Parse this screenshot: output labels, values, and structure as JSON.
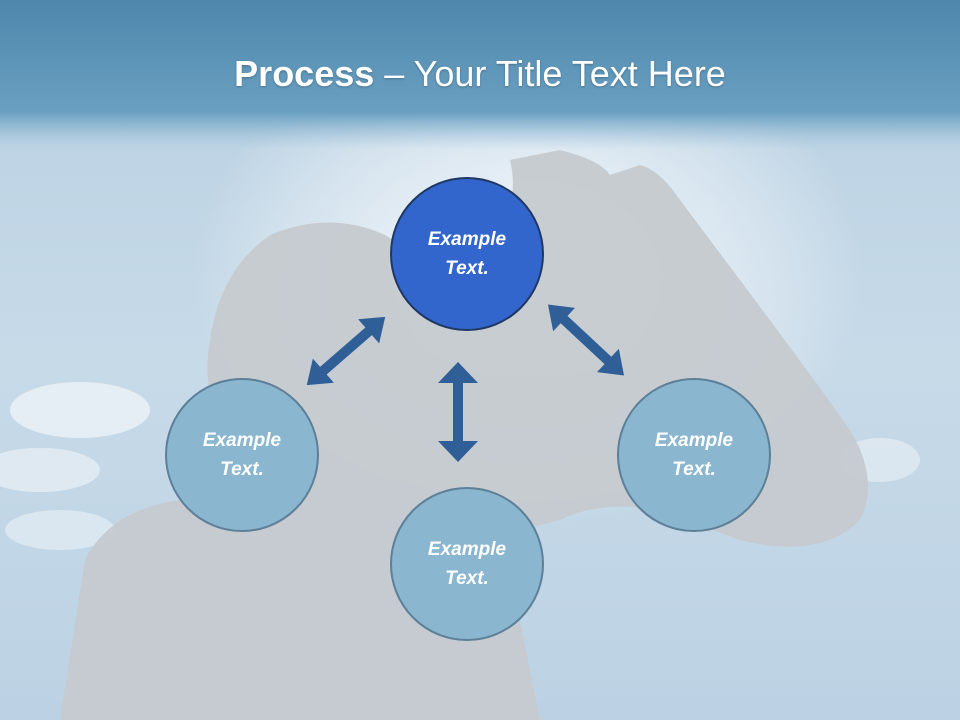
{
  "title": {
    "bold": "Process",
    "rest": " – Your Title Text Here"
  },
  "nodes": {
    "top": {
      "line1": "Example",
      "line2": "Text."
    },
    "left": {
      "line1": "Example",
      "line2": "Text."
    },
    "bottom": {
      "line1": "Example",
      "line2": "Text."
    },
    "right": {
      "line1": "Example",
      "line2": "Text."
    }
  },
  "colors": {
    "accent_circle": "#3366cc",
    "normal_circle": "#8ab6cf",
    "arrow": "#2f5f96",
    "title_bar": "#5b93b5"
  }
}
